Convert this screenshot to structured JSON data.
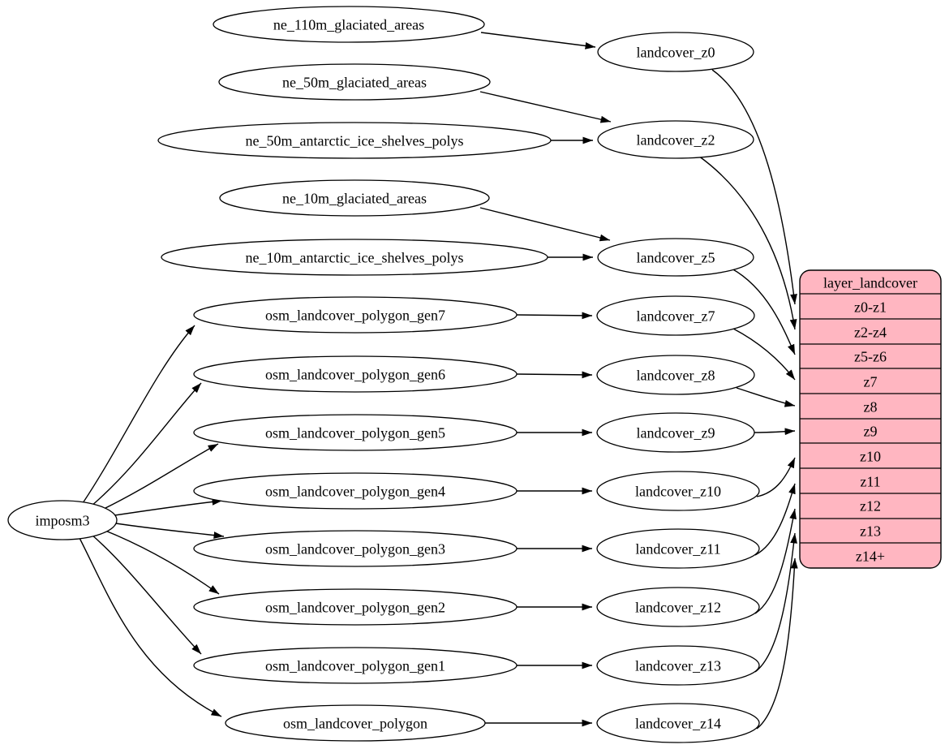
{
  "colors": {
    "background": "#ffffff",
    "node_fill": "#ffffff",
    "node_stroke": "#000000",
    "edge": "#000000",
    "layer_table_fill": "#ffb6c1"
  },
  "nodes": {
    "importer": {
      "label": "imposm3"
    },
    "sources": [
      {
        "label": "ne_110m_glaciated_areas"
      },
      {
        "label": "ne_50m_glaciated_areas"
      },
      {
        "label": "ne_50m_antarctic_ice_shelves_polys"
      },
      {
        "label": "ne_10m_glaciated_areas"
      },
      {
        "label": "ne_10m_antarctic_ice_shelves_polys"
      },
      {
        "label": "osm_landcover_polygon_gen7"
      },
      {
        "label": "osm_landcover_polygon_gen6"
      },
      {
        "label": "osm_landcover_polygon_gen5"
      },
      {
        "label": "osm_landcover_polygon_gen4"
      },
      {
        "label": "osm_landcover_polygon_gen3"
      },
      {
        "label": "osm_landcover_polygon_gen2"
      },
      {
        "label": "osm_landcover_polygon_gen1"
      },
      {
        "label": "osm_landcover_polygon"
      }
    ],
    "generalized": [
      {
        "label": "landcover_z0"
      },
      {
        "label": "landcover_z2"
      },
      {
        "label": "landcover_z5"
      },
      {
        "label": "landcover_z7"
      },
      {
        "label": "landcover_z8"
      },
      {
        "label": "landcover_z9"
      },
      {
        "label": "landcover_z10"
      },
      {
        "label": "landcover_z11"
      },
      {
        "label": "landcover_z12"
      },
      {
        "label": "landcover_z13"
      },
      {
        "label": "landcover_z14"
      }
    ],
    "layer_table": {
      "title": "layer_landcover",
      "rows": [
        {
          "label": "z0-z1"
        },
        {
          "label": "z2-z4"
        },
        {
          "label": "z5-z6"
        },
        {
          "label": "z7"
        },
        {
          "label": "z8"
        },
        {
          "label": "z9"
        },
        {
          "label": "z10"
        },
        {
          "label": "z11"
        },
        {
          "label": "z12"
        },
        {
          "label": "z13"
        },
        {
          "label": "z14+"
        }
      ]
    }
  },
  "edges": [
    {
      "from": "imposm3",
      "to": "osm_landcover_polygon_gen7"
    },
    {
      "from": "imposm3",
      "to": "osm_landcover_polygon_gen6"
    },
    {
      "from": "imposm3",
      "to": "osm_landcover_polygon_gen5"
    },
    {
      "from": "imposm3",
      "to": "osm_landcover_polygon_gen4"
    },
    {
      "from": "imposm3",
      "to": "osm_landcover_polygon_gen3"
    },
    {
      "from": "imposm3",
      "to": "osm_landcover_polygon_gen2"
    },
    {
      "from": "imposm3",
      "to": "osm_landcover_polygon_gen1"
    },
    {
      "from": "imposm3",
      "to": "osm_landcover_polygon"
    },
    {
      "from": "ne_110m_glaciated_areas",
      "to": "landcover_z0"
    },
    {
      "from": "ne_50m_glaciated_areas",
      "to": "landcover_z2"
    },
    {
      "from": "ne_50m_antarctic_ice_shelves_polys",
      "to": "landcover_z2"
    },
    {
      "from": "ne_10m_glaciated_areas",
      "to": "landcover_z5"
    },
    {
      "from": "ne_10m_antarctic_ice_shelves_polys",
      "to": "landcover_z5"
    },
    {
      "from": "osm_landcover_polygon_gen7",
      "to": "landcover_z7"
    },
    {
      "from": "osm_landcover_polygon_gen6",
      "to": "landcover_z8"
    },
    {
      "from": "osm_landcover_polygon_gen5",
      "to": "landcover_z9"
    },
    {
      "from": "osm_landcover_polygon_gen4",
      "to": "landcover_z10"
    },
    {
      "from": "osm_landcover_polygon_gen3",
      "to": "landcover_z11"
    },
    {
      "from": "osm_landcover_polygon_gen2",
      "to": "landcover_z12"
    },
    {
      "from": "osm_landcover_polygon_gen1",
      "to": "landcover_z13"
    },
    {
      "from": "osm_landcover_polygon",
      "to": "landcover_z14"
    },
    {
      "from": "landcover_z0",
      "to": "layer_landcover:z0-z1"
    },
    {
      "from": "landcover_z2",
      "to": "layer_landcover:z2-z4"
    },
    {
      "from": "landcover_z5",
      "to": "layer_landcover:z5-z6"
    },
    {
      "from": "landcover_z7",
      "to": "layer_landcover:z7"
    },
    {
      "from": "landcover_z8",
      "to": "layer_landcover:z8"
    },
    {
      "from": "landcover_z9",
      "to": "layer_landcover:z9"
    },
    {
      "from": "landcover_z10",
      "to": "layer_landcover:z10"
    },
    {
      "from": "landcover_z11",
      "to": "layer_landcover:z11"
    },
    {
      "from": "landcover_z12",
      "to": "layer_landcover:z12"
    },
    {
      "from": "landcover_z13",
      "to": "layer_landcover:z13"
    },
    {
      "from": "landcover_z14",
      "to": "layer_landcover:z14+"
    }
  ]
}
